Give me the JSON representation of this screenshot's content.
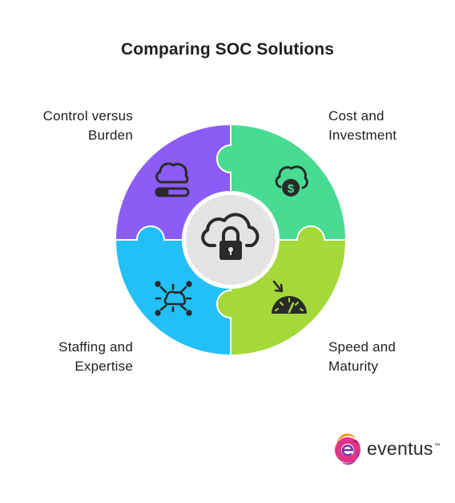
{
  "title": "Comparing SOC Solutions",
  "segments": [
    {
      "id": "control",
      "label": "Control versus\nBurden",
      "color": "#8b5cf6",
      "icon": "cloud-progress-icon"
    },
    {
      "id": "cost",
      "label": "Cost and\nInvestment",
      "color": "#47dc92",
      "icon": "cloud-dollar-icon"
    },
    {
      "id": "staffing",
      "label": "Staffing and\nExpertise",
      "color": "#22c0f7",
      "icon": "cloud-network-icon"
    },
    {
      "id": "speed",
      "label": "Speed and\nMaturity",
      "color": "#a5d93a",
      "icon": "speedometer-icon"
    }
  ],
  "center": {
    "icon": "cloud-lock-icon",
    "color": "#e3e3e3"
  },
  "logo": {
    "name": "eventus",
    "tm": "™"
  }
}
